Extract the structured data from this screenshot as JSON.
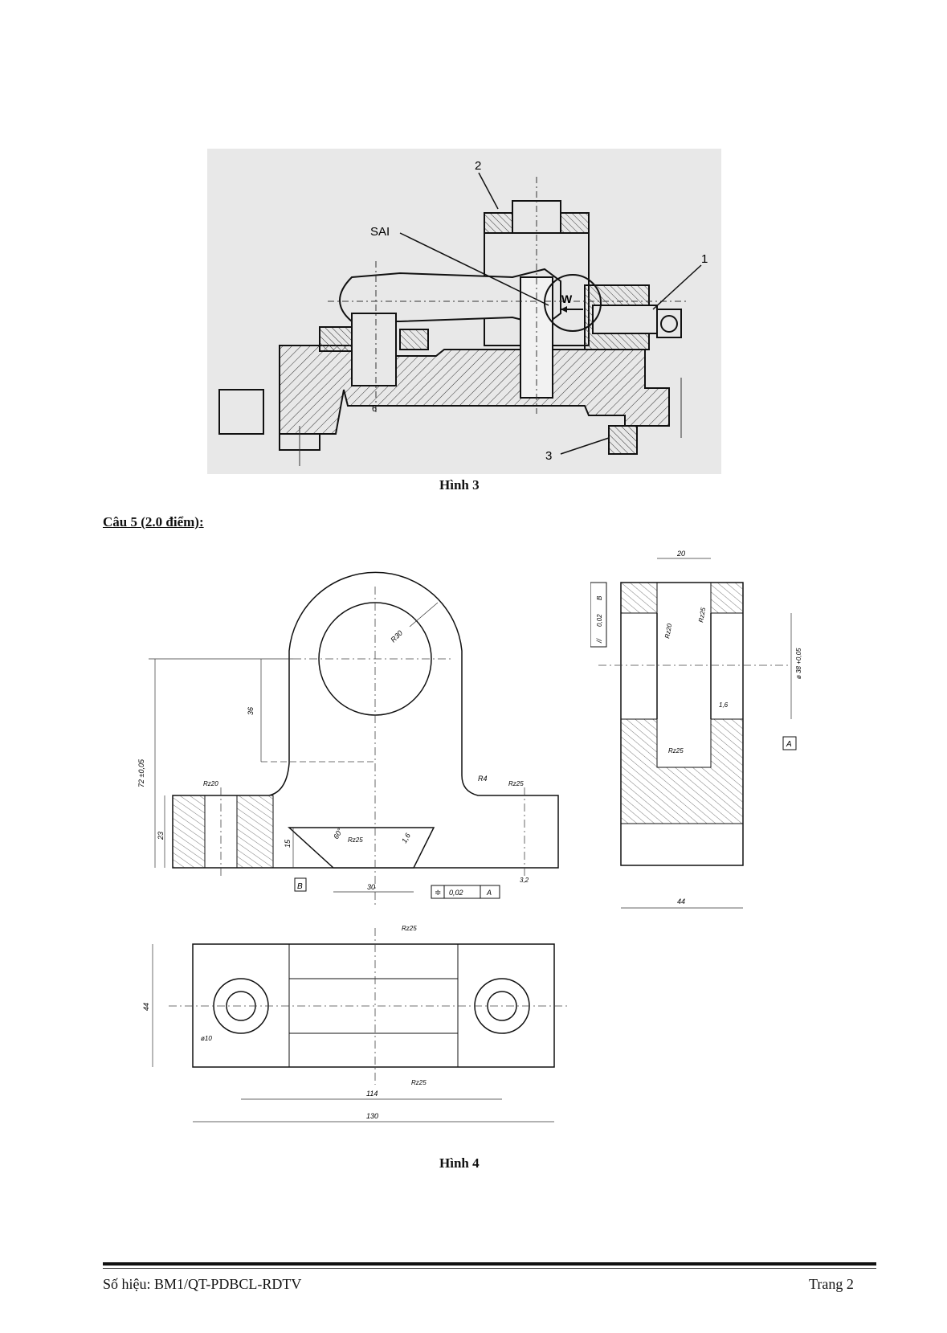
{
  "figure3": {
    "caption": "Hình 3",
    "labels": {
      "sai": "SAI",
      "w": "W",
      "n1": "1",
      "n2": "2",
      "n3": "3",
      "dim": "6"
    }
  },
  "question": {
    "label": "Câu 5 (2.0 điểm):"
  },
  "figure4": {
    "caption": "Hình 4",
    "front": {
      "dim_72": "72 ±0,05",
      "dim_36": "36",
      "dim_23": "23",
      "dim_15": "15",
      "dim_30": "30",
      "r30": "R30",
      "r4": "R4",
      "angle": "60°",
      "slope": "1,6",
      "rz_a": "Rz20",
      "rz_b": "Rz25",
      "rz_c": "Rz25",
      "rz_d": "3,2",
      "datum_b": "B",
      "tol_sym": "≑",
      "tol_val": "0,02",
      "tol_ref": "A"
    },
    "side": {
      "dim_20": "20",
      "dim_44": "44",
      "dim_dia": "ø 38 +0,05",
      "tol_par": "//",
      "tol_val": "0,02",
      "tol_ref": "B",
      "rz_a": "Rz20",
      "rz_b": "Rz25",
      "rz_c": "1,6",
      "rz_d": "Rz25",
      "datum_a": "A"
    },
    "top": {
      "dim_44": "44",
      "dim_114": "114",
      "dim_130": "130",
      "dia": "ø10",
      "rz_top": "Rz25",
      "rz_bot": "Rz25"
    }
  },
  "footer": {
    "code": "Số hiệu: BM1/QT-PDBCL-RDTV",
    "page": "Trang 2"
  }
}
